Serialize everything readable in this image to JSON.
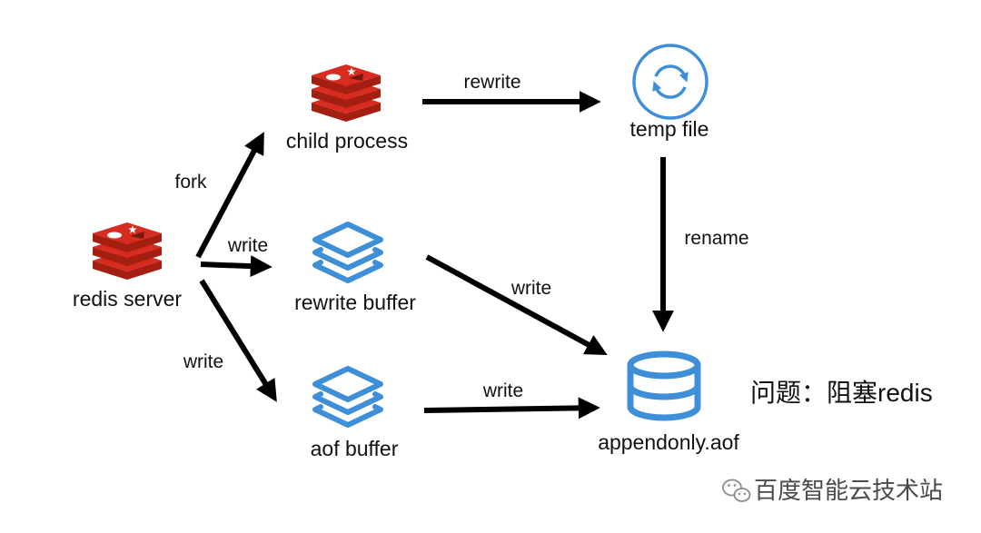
{
  "diagram": {
    "nodes": {
      "redis_server": {
        "label": "redis server",
        "icon": "redis-logo-icon"
      },
      "child_process": {
        "label": "child process",
        "icon": "redis-logo-icon"
      },
      "rewrite_buffer": {
        "label": "rewrite buffer",
        "icon": "layers-icon"
      },
      "aof_buffer": {
        "label": "aof buffer",
        "icon": "layers-icon"
      },
      "temp_file": {
        "label": "temp file",
        "icon": "sync-icon"
      },
      "appendonly_aof": {
        "label": "appendonly.aof",
        "icon": "database-icon"
      }
    },
    "edges": {
      "redis_server_to_child_process": {
        "label": "fork"
      },
      "redis_server_to_rewrite_buffer": {
        "label": "write"
      },
      "redis_server_to_aof_buffer": {
        "label": "write"
      },
      "child_process_to_temp_file": {
        "label": "rewrite"
      },
      "temp_file_to_appendonly_aof": {
        "label": "rename"
      },
      "rewrite_buffer_to_appendonly_aof": {
        "label": "write"
      },
      "aof_buffer_to_appendonly_aof": {
        "label": "write"
      }
    },
    "note": "问题：阻塞redis"
  },
  "watermark": {
    "icon": "wechat-icon",
    "text": "百度智能云技术站"
  },
  "colors": {
    "redis_red": "#d82c20",
    "redis_dark": "#a41e11",
    "redis_triangle": "#741a0e",
    "icon_blue": "#3f8ed8",
    "arrow": "#000000",
    "text": "#111111",
    "watermark": "#4a4a4a",
    "background": "#ffffff"
  }
}
